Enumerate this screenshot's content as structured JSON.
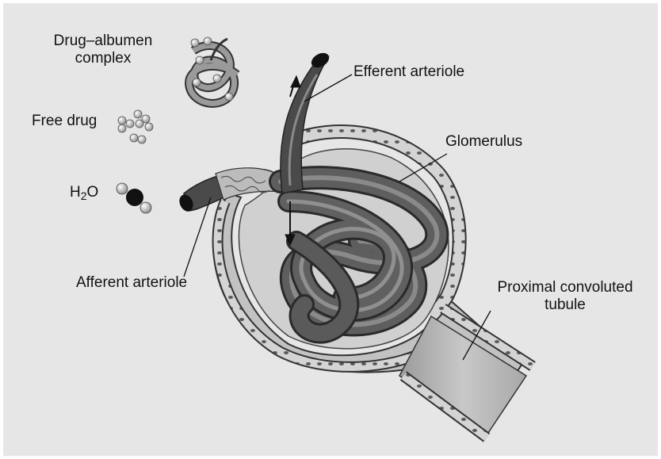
{
  "labels": {
    "drug_albumen": [
      "Drug–albumen",
      "complex"
    ],
    "free_drug": "Free drug",
    "water": {
      "prefix": "H",
      "subscript": "2",
      "suffix": "O"
    },
    "efferent": "Efferent arteriole",
    "glomerulus": "Glomerulus",
    "afferent": "Afferent arteriole",
    "proximal": [
      "Proximal convoluted",
      "tubule"
    ]
  },
  "colors": {
    "background": "#e6e6e6",
    "vessel": "#555555",
    "vessel_highlight": "#8a8a8a",
    "capsule": "#c4c4c4",
    "capsule_inner": "#d6d6d6",
    "cell_nucleus": "#5a5a5a"
  }
}
